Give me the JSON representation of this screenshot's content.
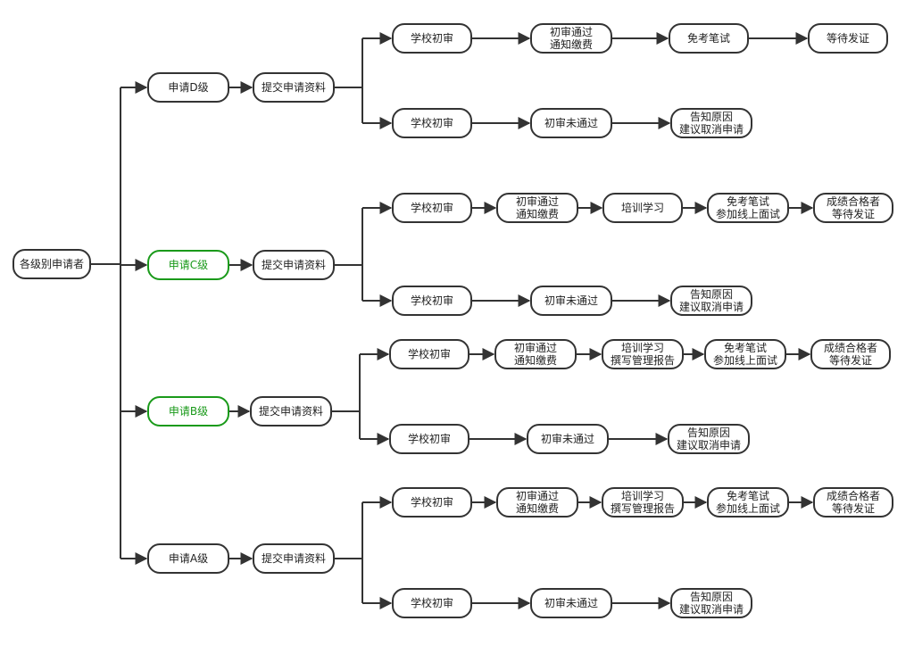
{
  "accent": "#1a9a1a",
  "line_color": "#333333",
  "root": {
    "label": "各级别申请者"
  },
  "levels": [
    {
      "label": "申请D级",
      "highlight": false,
      "submit": "提交申请资料",
      "pass": [
        "学校初审",
        [
          "初审通过",
          "通知缴费"
        ],
        "免考笔试",
        "等待发证"
      ],
      "fail": [
        "学校初审",
        "初审未通过",
        [
          "告知原因",
          "建议取消申请"
        ]
      ]
    },
    {
      "label": "申请C级",
      "highlight": true,
      "submit": "提交申请资料",
      "pass": [
        "学校初审",
        [
          "初审通过",
          "通知缴费"
        ],
        "培训学习",
        [
          "免考笔试",
          "参加线上面试"
        ],
        [
          "成绩合格者",
          "等待发证"
        ]
      ],
      "fail": [
        "学校初审",
        "初审未通过",
        [
          "告知原因",
          "建议取消申请"
        ]
      ]
    },
    {
      "label": "申请B级",
      "highlight": true,
      "submit": "提交申请资料",
      "pass": [
        "学校初审",
        [
          "初审通过",
          "通知缴费"
        ],
        [
          "培训学习",
          "撰写管理报告"
        ],
        [
          "免考笔试",
          "参加线上面试"
        ],
        [
          "成绩合格者",
          "等待发证"
        ]
      ],
      "fail": [
        "学校初审",
        "初审未通过",
        [
          "告知原因",
          "建议取消申请"
        ]
      ]
    },
    {
      "label": "申请A级",
      "highlight": false,
      "submit": "提交申请资料",
      "pass": [
        "学校初审",
        [
          "初审通过",
          "通知缴费"
        ],
        [
          "培训学习",
          "撰写管理报告"
        ],
        [
          "免考笔试",
          "参加线上面试"
        ],
        [
          "成绩合格者",
          "等待发证"
        ]
      ],
      "fail": [
        "学校初审",
        "初审未通过",
        [
          "告知原因",
          "建议取消申请"
        ]
      ]
    }
  ]
}
